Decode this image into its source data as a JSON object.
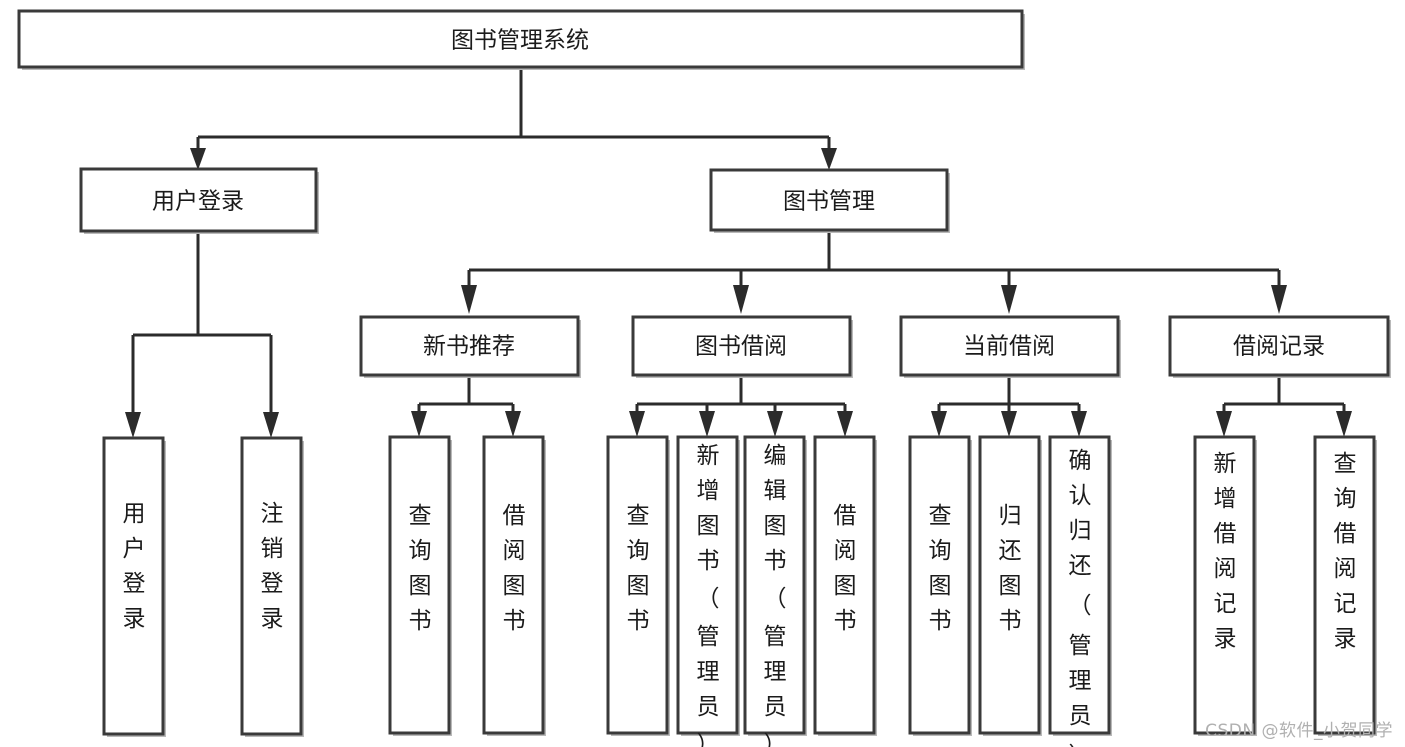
{
  "diagram": {
    "title": "图书管理系统",
    "type": "tree-hierarchy",
    "watermark": "CSDN @软件_小贺同学",
    "colors": {
      "box_fill": "#ffffff",
      "box_stroke": "#3a3a3a",
      "connector": "#2b2b2b",
      "text": "#1b1b1b",
      "watermark": "#b0b0b0",
      "background": "#ffffff"
    },
    "root": {
      "id": "root",
      "label": "图书管理系统",
      "orientation": "horizontal"
    },
    "level2": [
      {
        "id": "user-login",
        "label": "用户登录",
        "orientation": "horizontal"
      },
      {
        "id": "book-management",
        "label": "图书管理",
        "orientation": "horizontal"
      }
    ],
    "level3": [
      {
        "id": "new-book-recommend",
        "label": "新书推荐",
        "orientation": "horizontal",
        "parent": "book-management"
      },
      {
        "id": "book-borrow",
        "label": "图书借阅",
        "orientation": "horizontal",
        "parent": "book-management"
      },
      {
        "id": "current-borrow",
        "label": "当前借阅",
        "orientation": "horizontal",
        "parent": "book-management"
      },
      {
        "id": "borrow-record",
        "label": "借阅记录",
        "orientation": "horizontal",
        "parent": "book-management"
      }
    ],
    "leaves": {
      "user-login": [
        {
          "id": "leaf-user-login",
          "label": "用户登录",
          "orientation": "vertical"
        },
        {
          "id": "leaf-logout",
          "label": "注销登录",
          "orientation": "vertical"
        }
      ],
      "new-book-recommend": [
        {
          "id": "leaf-query-book-1",
          "label": "查询图书",
          "orientation": "vertical"
        },
        {
          "id": "leaf-borrow-book-1",
          "label": "借阅图书",
          "orientation": "vertical"
        }
      ],
      "book-borrow": [
        {
          "id": "leaf-query-book-2",
          "label": "查询图书",
          "orientation": "vertical"
        },
        {
          "id": "leaf-add-book",
          "label": "新增图书（管理员）",
          "orientation": "vertical"
        },
        {
          "id": "leaf-edit-book",
          "label": "编辑图书（管理员）",
          "orientation": "vertical"
        },
        {
          "id": "leaf-borrow-book-2",
          "label": "借阅图书",
          "orientation": "vertical"
        }
      ],
      "current-borrow": [
        {
          "id": "leaf-query-book-3",
          "label": "查询图书",
          "orientation": "vertical"
        },
        {
          "id": "leaf-return-book",
          "label": "归还图书",
          "orientation": "vertical"
        },
        {
          "id": "leaf-confirm-return",
          "label": "确认归还（管理员）",
          "orientation": "vertical"
        }
      ],
      "borrow-record": [
        {
          "id": "leaf-add-record",
          "label": "新增借阅记录",
          "orientation": "vertical"
        },
        {
          "id": "leaf-query-record",
          "label": "查询借阅记录",
          "orientation": "vertical"
        }
      ]
    }
  }
}
